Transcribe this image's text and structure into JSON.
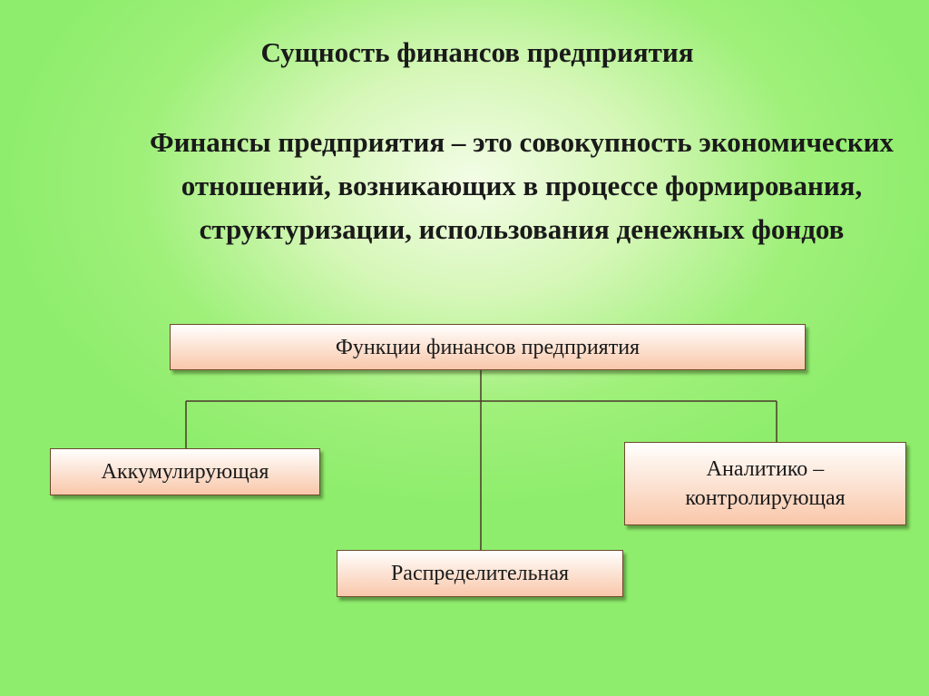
{
  "slide": {
    "title": "Сущность финансов предприятия",
    "definition": "Финансы предприятия – это совокупность экономических отношений, возникающих в процессе формирования, структуризации, использования денежных фондов"
  },
  "diagram": {
    "root": "Функции финансов предприятия",
    "children": {
      "left": "Аккумулирующая",
      "bottom": "Распределительная",
      "right_line1": "Аналитико –",
      "right_line2": "контролирующая"
    }
  },
  "colors": {
    "background": "#8eed6c",
    "box_fill_bottom": "#f9c7aa",
    "box_border": "#6b4a2a"
  }
}
